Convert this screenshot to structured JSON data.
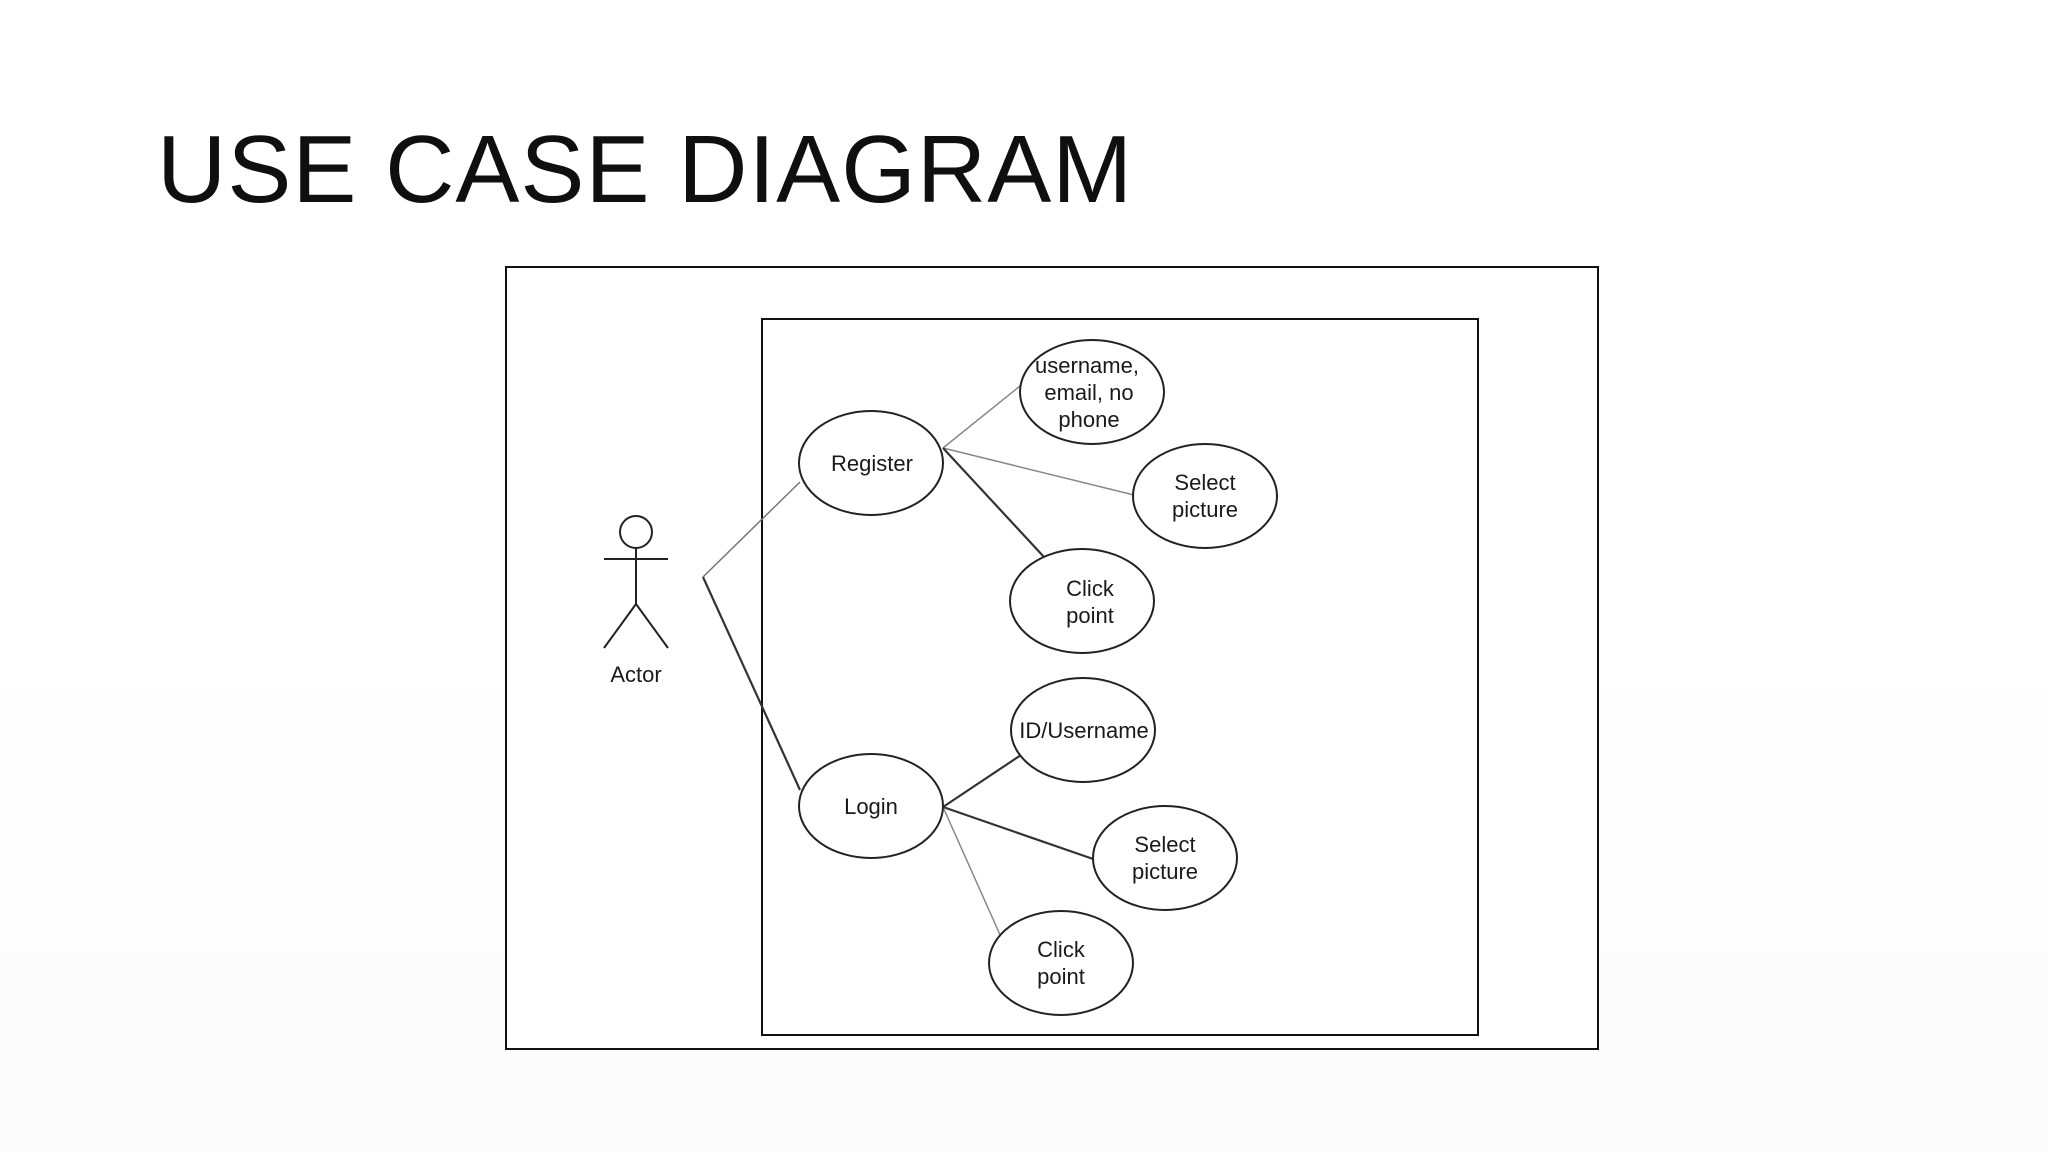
{
  "slide": {
    "title": "USE CASE DIAGRAM"
  },
  "actor": {
    "label": "Actor"
  },
  "use_cases": {
    "register": "Register",
    "login": "Login",
    "reg_fields": [
      "username,",
      "email, no",
      "phone"
    ],
    "reg_select_picture": [
      "Select",
      "picture"
    ],
    "reg_click_point": [
      "Click",
      "point"
    ],
    "login_id": "ID/Username",
    "login_select_picture": [
      "Select",
      "picture"
    ],
    "login_click_point": [
      "Click",
      "point"
    ]
  }
}
